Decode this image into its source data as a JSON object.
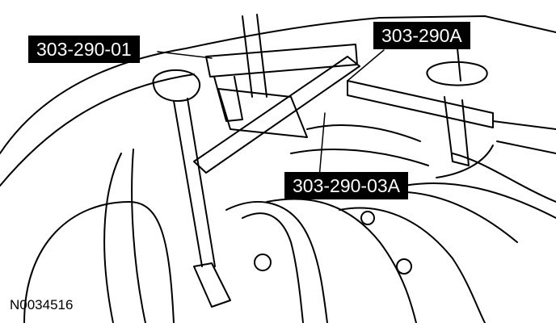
{
  "figure": {
    "id": "N0034516",
    "callouts": [
      {
        "text": "303-290-01"
      },
      {
        "text": "303-290A"
      },
      {
        "text": "303-290-03A"
      }
    ]
  }
}
